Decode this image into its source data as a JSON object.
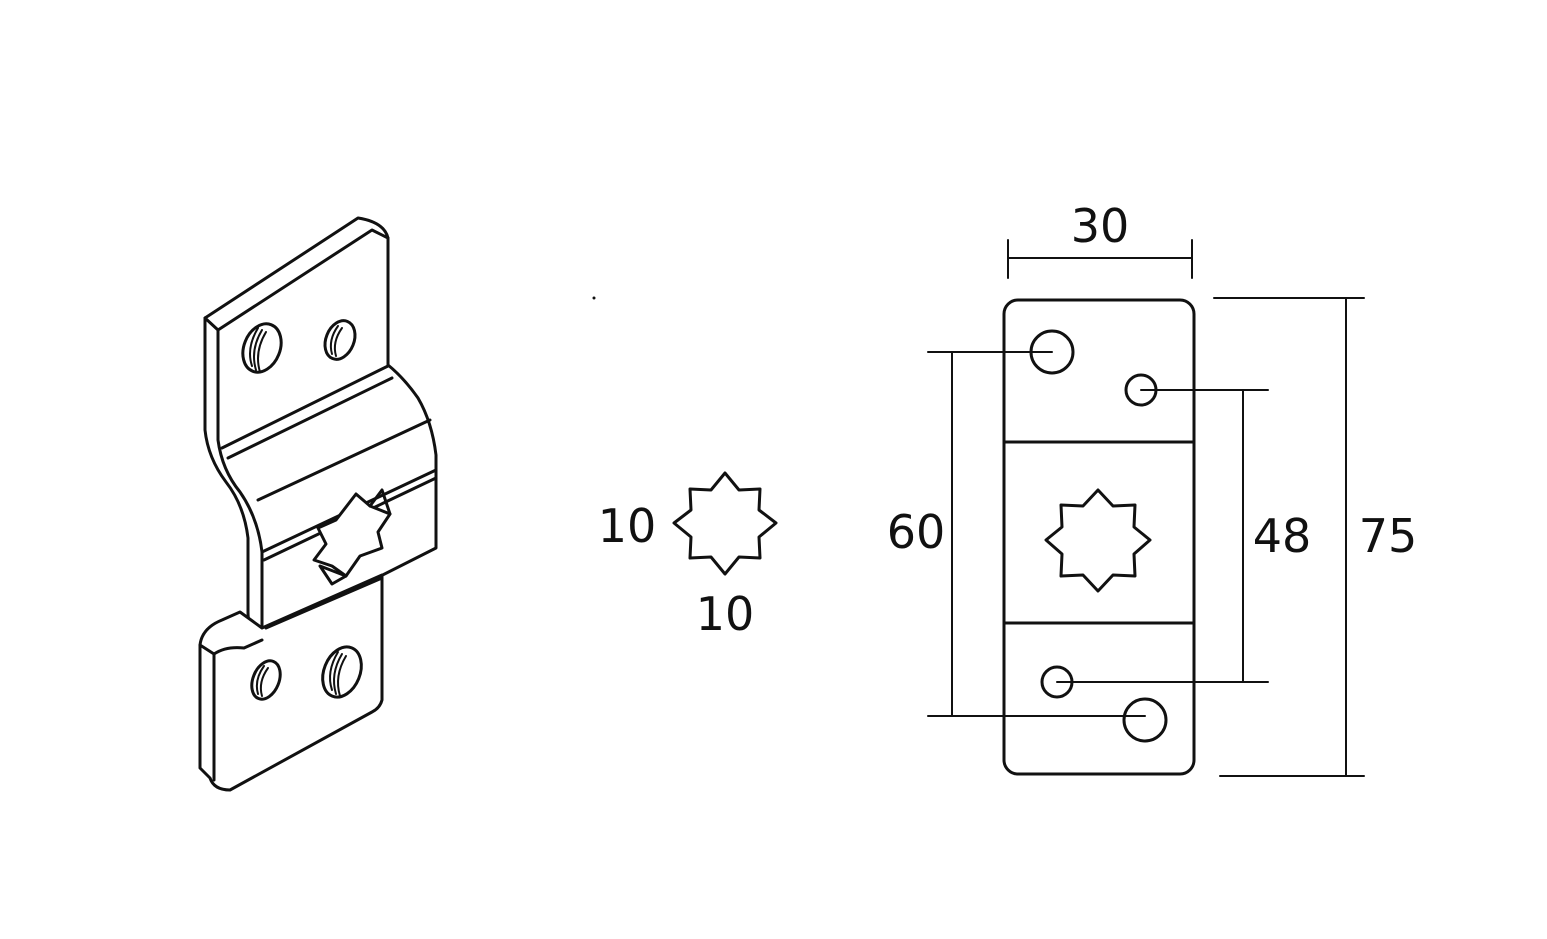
{
  "drawing": {
    "front_view": {
      "width_label": "30",
      "height_label": "75",
      "inner_hole_spacing_label": "48",
      "outer_hole_spacing_label": "60"
    },
    "star_hole_detail": {
      "width_label": "10",
      "height_label": "10"
    }
  }
}
